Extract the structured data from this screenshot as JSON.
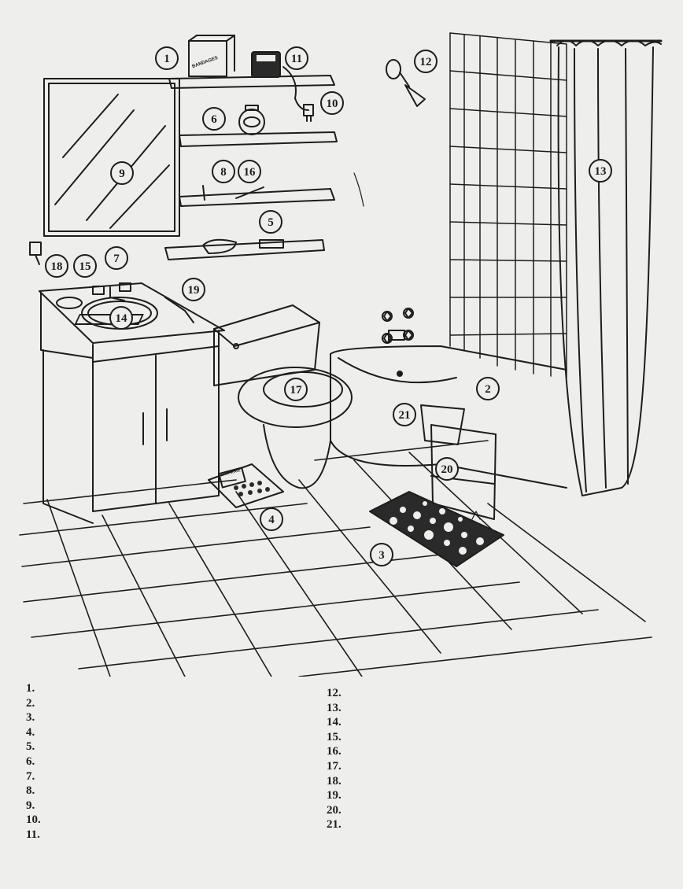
{
  "callouts": [
    "1",
    "2",
    "3",
    "4",
    "5",
    "6",
    "7",
    "8",
    "9",
    "10",
    "11",
    "12",
    "13",
    "14",
    "15",
    "16",
    "17",
    "18",
    "19",
    "20",
    "21"
  ],
  "answers_left": [
    "1.",
    "2.",
    "3.",
    "4.",
    "5.",
    "6.",
    "7.",
    "8.",
    "9.",
    "10.",
    "11."
  ],
  "answers_right": [
    "12.",
    "13.",
    "14.",
    "15.",
    "16.",
    "17.",
    "18.",
    "19.",
    "20.",
    "21."
  ],
  "product_labels": {
    "bandages_box": "BANDAGES",
    "scale_dial": "BATH SCALE"
  }
}
